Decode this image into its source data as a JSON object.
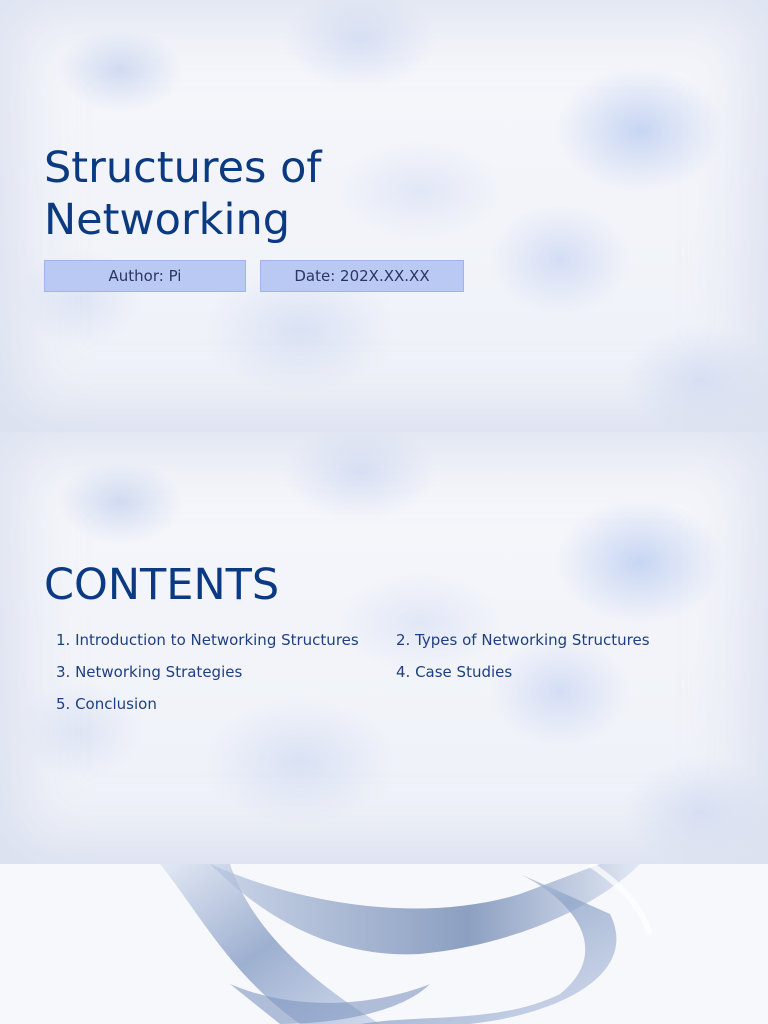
{
  "slide1": {
    "title_line1": "Structures of",
    "title_line2": "Networking",
    "author": "Author: Pi",
    "date": "Date: 202X.XX.XX"
  },
  "slide2": {
    "title": "CONTENTS",
    "items": [
      "1. Introduction to Networking Structures",
      "2. Types of Networking Structures",
      "3. Networking Strategies",
      "4. Case Studies",
      "5. Conclusion"
    ]
  },
  "colors": {
    "title": "#0b3a82",
    "meta_box": "#b9c9f3",
    "toc_text": "#1e3f82"
  }
}
